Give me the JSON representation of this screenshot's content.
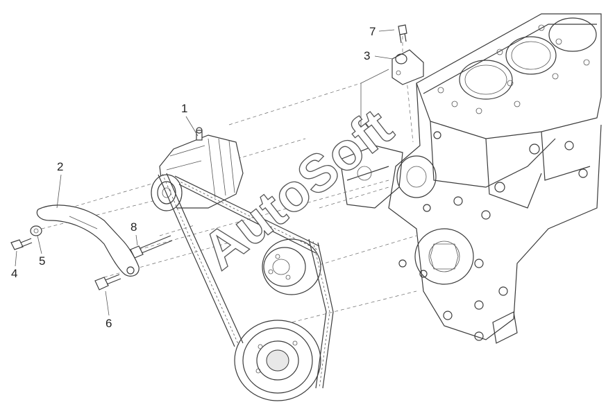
{
  "watermark": "AutoSoft",
  "callouts": [
    {
      "id": "1",
      "label": "1"
    },
    {
      "id": "2",
      "label": "2"
    },
    {
      "id": "3",
      "label": "3"
    },
    {
      "id": "4",
      "label": "4"
    },
    {
      "id": "5",
      "label": "5"
    },
    {
      "id": "6",
      "label": "6"
    },
    {
      "id": "7",
      "label": "7"
    },
    {
      "id": "8",
      "label": "8"
    }
  ],
  "colors": {
    "line": "#3a3a3a",
    "background": "#ffffff"
  }
}
